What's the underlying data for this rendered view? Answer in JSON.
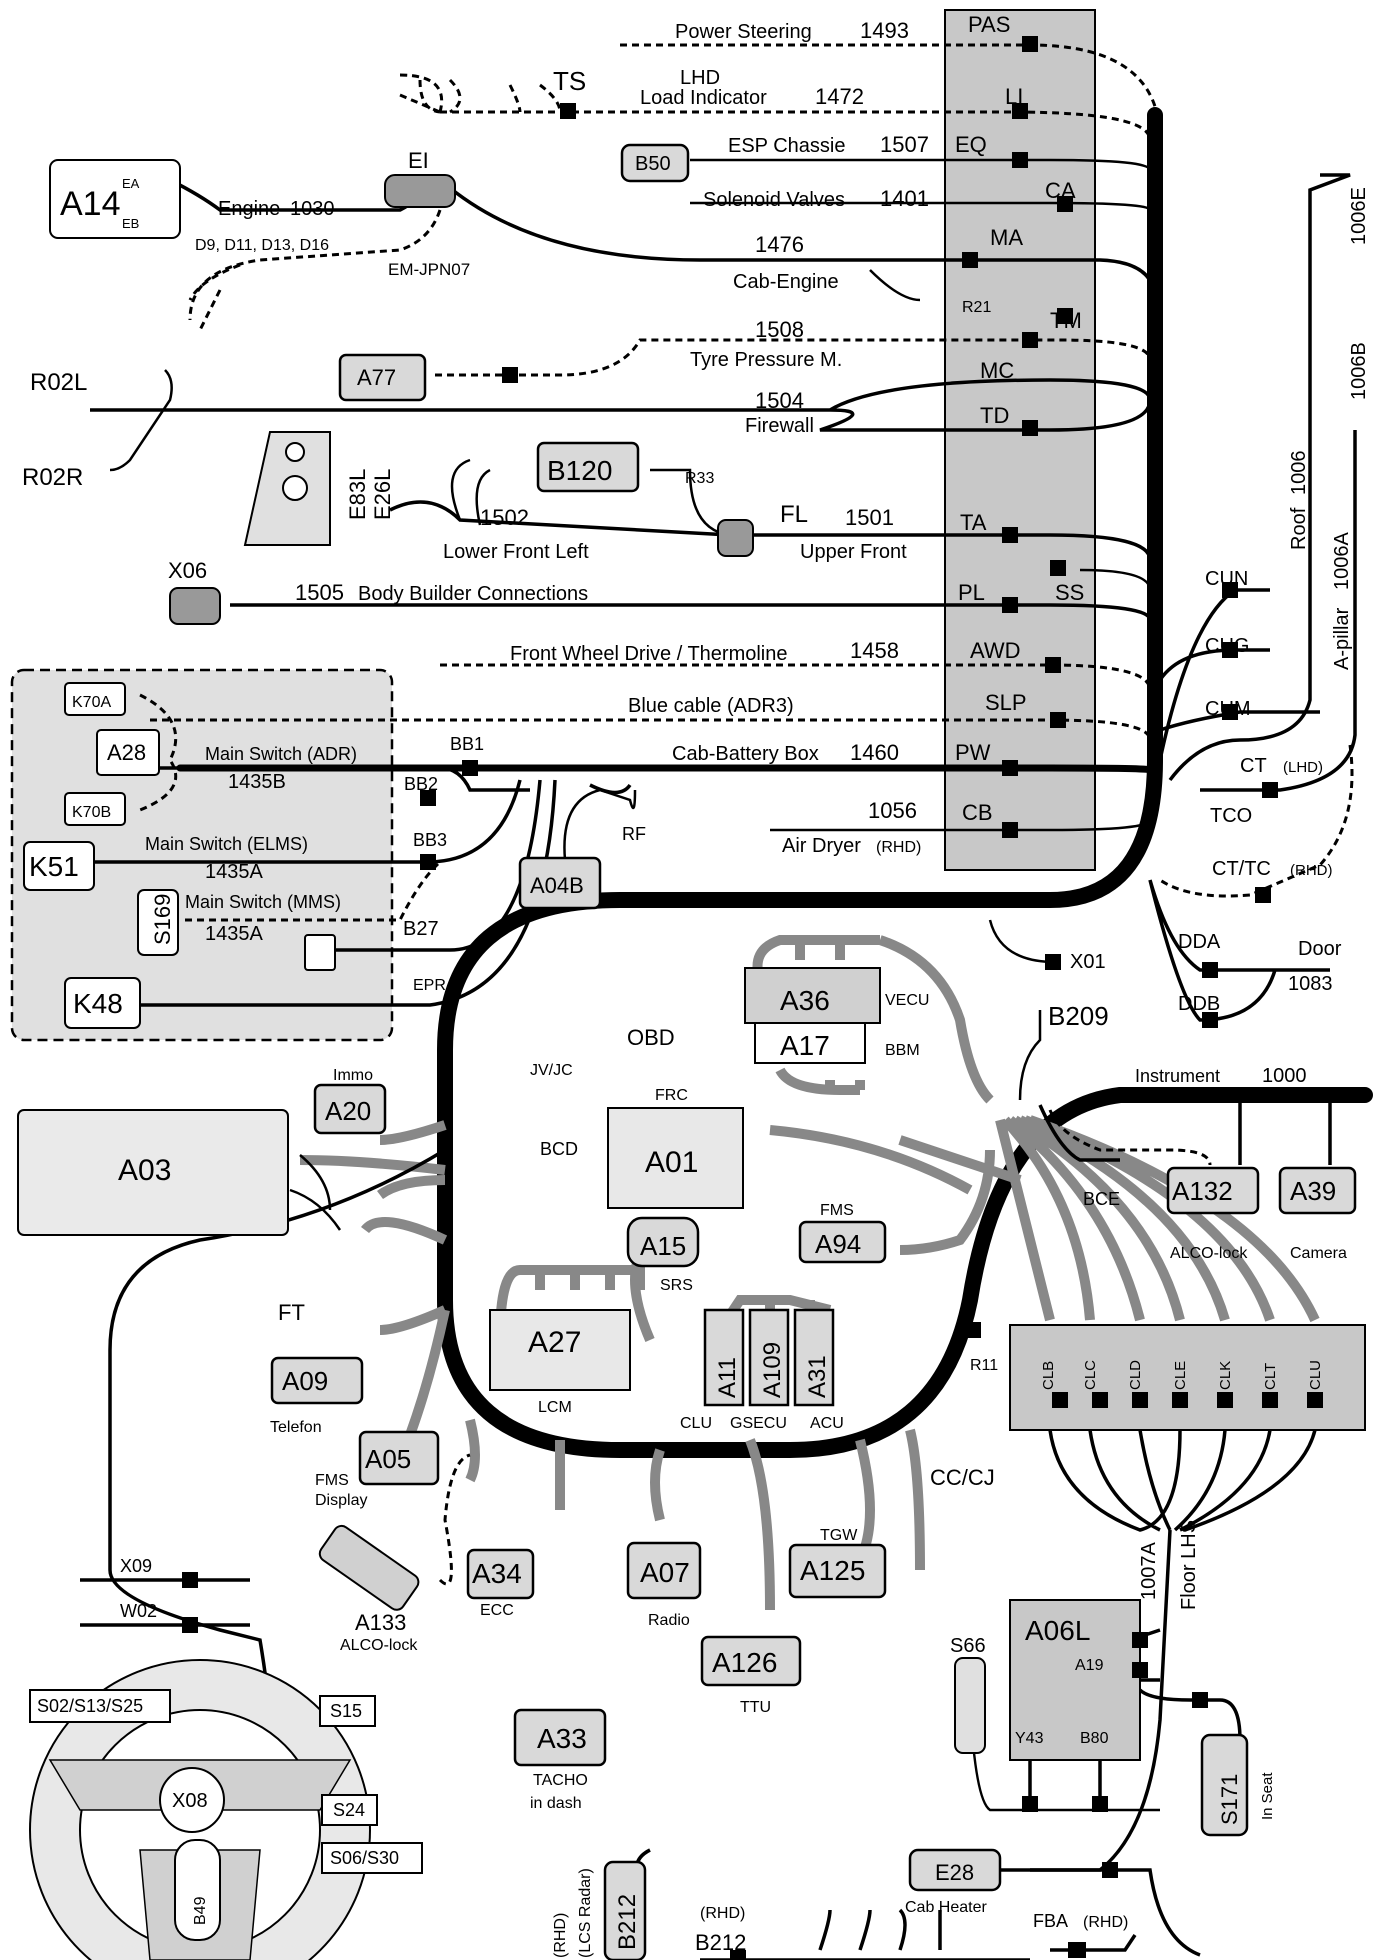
{
  "harnesses": {
    "power_steering": {
      "name": "Power Steering",
      "num": "1493",
      "conn": "PAS"
    },
    "load_indicator": {
      "lhd": "LHD",
      "name": "Load Indicator",
      "num": "1472",
      "conn": "LI",
      "ts": "TS"
    },
    "esp": {
      "name": "ESP  Chassie",
      "num": "1507",
      "conn": "EQ",
      "comp": "B50"
    },
    "solenoid": {
      "name": "Solenoid Valves",
      "num": "1401",
      "conn": "CA"
    },
    "cab_engine": {
      "num": "1476",
      "name": "Cab-Engine",
      "conn": "MA"
    },
    "engine": {
      "name": "Engine",
      "num": "1030",
      "models": "D9, D11, D13, D16",
      "ei": "EI",
      "emjp": "EM-JPN07",
      "a14": "A14",
      "ea": "EA",
      "eb": "EB"
    },
    "tyre": {
      "num": "1508",
      "name": "Tyre Pressure M.",
      "conn": "MC",
      "r21": "R21",
      "tm": "TM",
      "comp": "A77"
    },
    "firewall": {
      "num": "1504",
      "name": "Firewall",
      "conn": "TD",
      "r02l": "R02L",
      "r02r": "R02R"
    },
    "lower_front": {
      "num": "1502",
      "name": "Lower Front Left",
      "e83l": "E83L",
      "e26l": "E26L",
      "b120": "B120",
      "r33": "R33",
      "fl": "FL"
    },
    "upper_front": {
      "num": "1501",
      "name": "Upper Front",
      "conn": "TA"
    },
    "body_builder": {
      "x06": "X06",
      "num": "1505",
      "name": "Body Builder Connections",
      "pl": "PL",
      "ss": "SS"
    },
    "fwd": {
      "name": "Front Wheel Drive / Thermoline",
      "num": "1458",
      "conn": "AWD"
    },
    "blue": {
      "name": "Blue cable (ADR3)",
      "conn": "SLP"
    },
    "cab_battery": {
      "name": "Cab-Battery Box",
      "num": "1460",
      "conn": "PW"
    },
    "air_dryer": {
      "num": "1056",
      "name": "Air Dryer",
      "rhd": "(RHD)",
      "conn": "CB"
    }
  },
  "right_side": {
    "e1006E": "1006E",
    "e1006B": "1006B",
    "roof": "Roof",
    "roof_num": "1006",
    "apillar": "A-pillar",
    "apillar_num": "1006A",
    "cun": "CUN",
    "cug": "CUG",
    "cum": "CUM",
    "ct": "CT",
    "ct_lhd": "(LHD)",
    "tco": "TCO",
    "cttc": "CT/TC",
    "cttc_rhd": "(RHD)",
    "x01": "X01",
    "dda": "DDA",
    "ddb": "DDB",
    "door": "Door",
    "door_num": "1083"
  },
  "adr_box": {
    "k70a": "K70A",
    "a28": "A28",
    "k70b": "K70B",
    "ms_adr": "Main Switch (ADR)",
    "num_1435b": "1435B",
    "bb1": "BB1",
    "bb2": "BB2",
    "k51": "K51",
    "ms_elms": "Main Switch (ELMS)",
    "num_1435a": "1435A",
    "bb3": "BB3",
    "s169": "S169",
    "ms_mms": "Main Switch (MMS)",
    "num_1435a2": "1435A",
    "b27": "B27",
    "rf": "RF",
    "a04b": "A04B",
    "k48": "K48",
    "epr": "EPR"
  },
  "cab_components": {
    "obd": "OBD",
    "a36": "A36",
    "vecu": "VECU",
    "a17": "A17",
    "bbm": "BBM",
    "b209": "B209",
    "jvjc": "JV/JC",
    "bcd": "BCD",
    "immo": "Immo",
    "a20": "A20",
    "a03": "A03",
    "frc": "FRC",
    "a01": "A01",
    "instrument": "Instrument",
    "instrument_num": "1000",
    "bce": "BCE",
    "a132": "A132",
    "alco": "ALCO-lock",
    "a39": "A39",
    "camera": "Camera",
    "fms": "FMS",
    "a94": "A94",
    "a15": "A15",
    "srs": "SRS",
    "ft": "FT",
    "a27": "A27",
    "lcm": "LCM",
    "a11": "A11",
    "a109": "A109",
    "a31": "A31",
    "clu": "CLU",
    "gsecu": "GSECU",
    "acu": "ACU",
    "r11": "R11",
    "a09": "A09",
    "telefon": "Telefon",
    "a05": "A05",
    "fms2": "FMS",
    "display": "Display",
    "cccj": "CC/CJ",
    "a34": "A34",
    "ecc": "ECC",
    "a07": "A07",
    "radio": "Radio",
    "tgw": "TGW",
    "a125": "A125",
    "a126": "A126",
    "ttu": "TTU",
    "a133": "A133",
    "alco2": "ALCO-lock",
    "a33": "A33",
    "tacho": "TACHO",
    "indash": "in dash"
  },
  "floor": {
    "clb": "CLB",
    "clc": "CLC",
    "cld": "CLD",
    "cle": "CLE",
    "clk": "CLK",
    "clt": "CLT",
    "clu": "CLU",
    "num": "1007A",
    "name": "Floor LHS",
    "a06l": "A06L",
    "a19": "A19",
    "y43": "Y43",
    "b80": "B80",
    "s66": "S66",
    "s171": "S171",
    "inseat": "In Seat",
    "e28": "E28",
    "cabheater": "Cab Heater",
    "fba": "FBA",
    "fba_rhd": "(RHD)"
  },
  "steering": {
    "x09": "X09",
    "w02": "W02",
    "s02": "S02/S13/S25",
    "s15": "S15",
    "x08": "X08",
    "s24": "S24",
    "s06": "S06/S30",
    "b49": "B49",
    "b212": "B212",
    "rhd": "(RHD)",
    "lcs": "(LCS Radar)",
    "b212b": "B212",
    "rhd2": "(RHD)"
  }
}
